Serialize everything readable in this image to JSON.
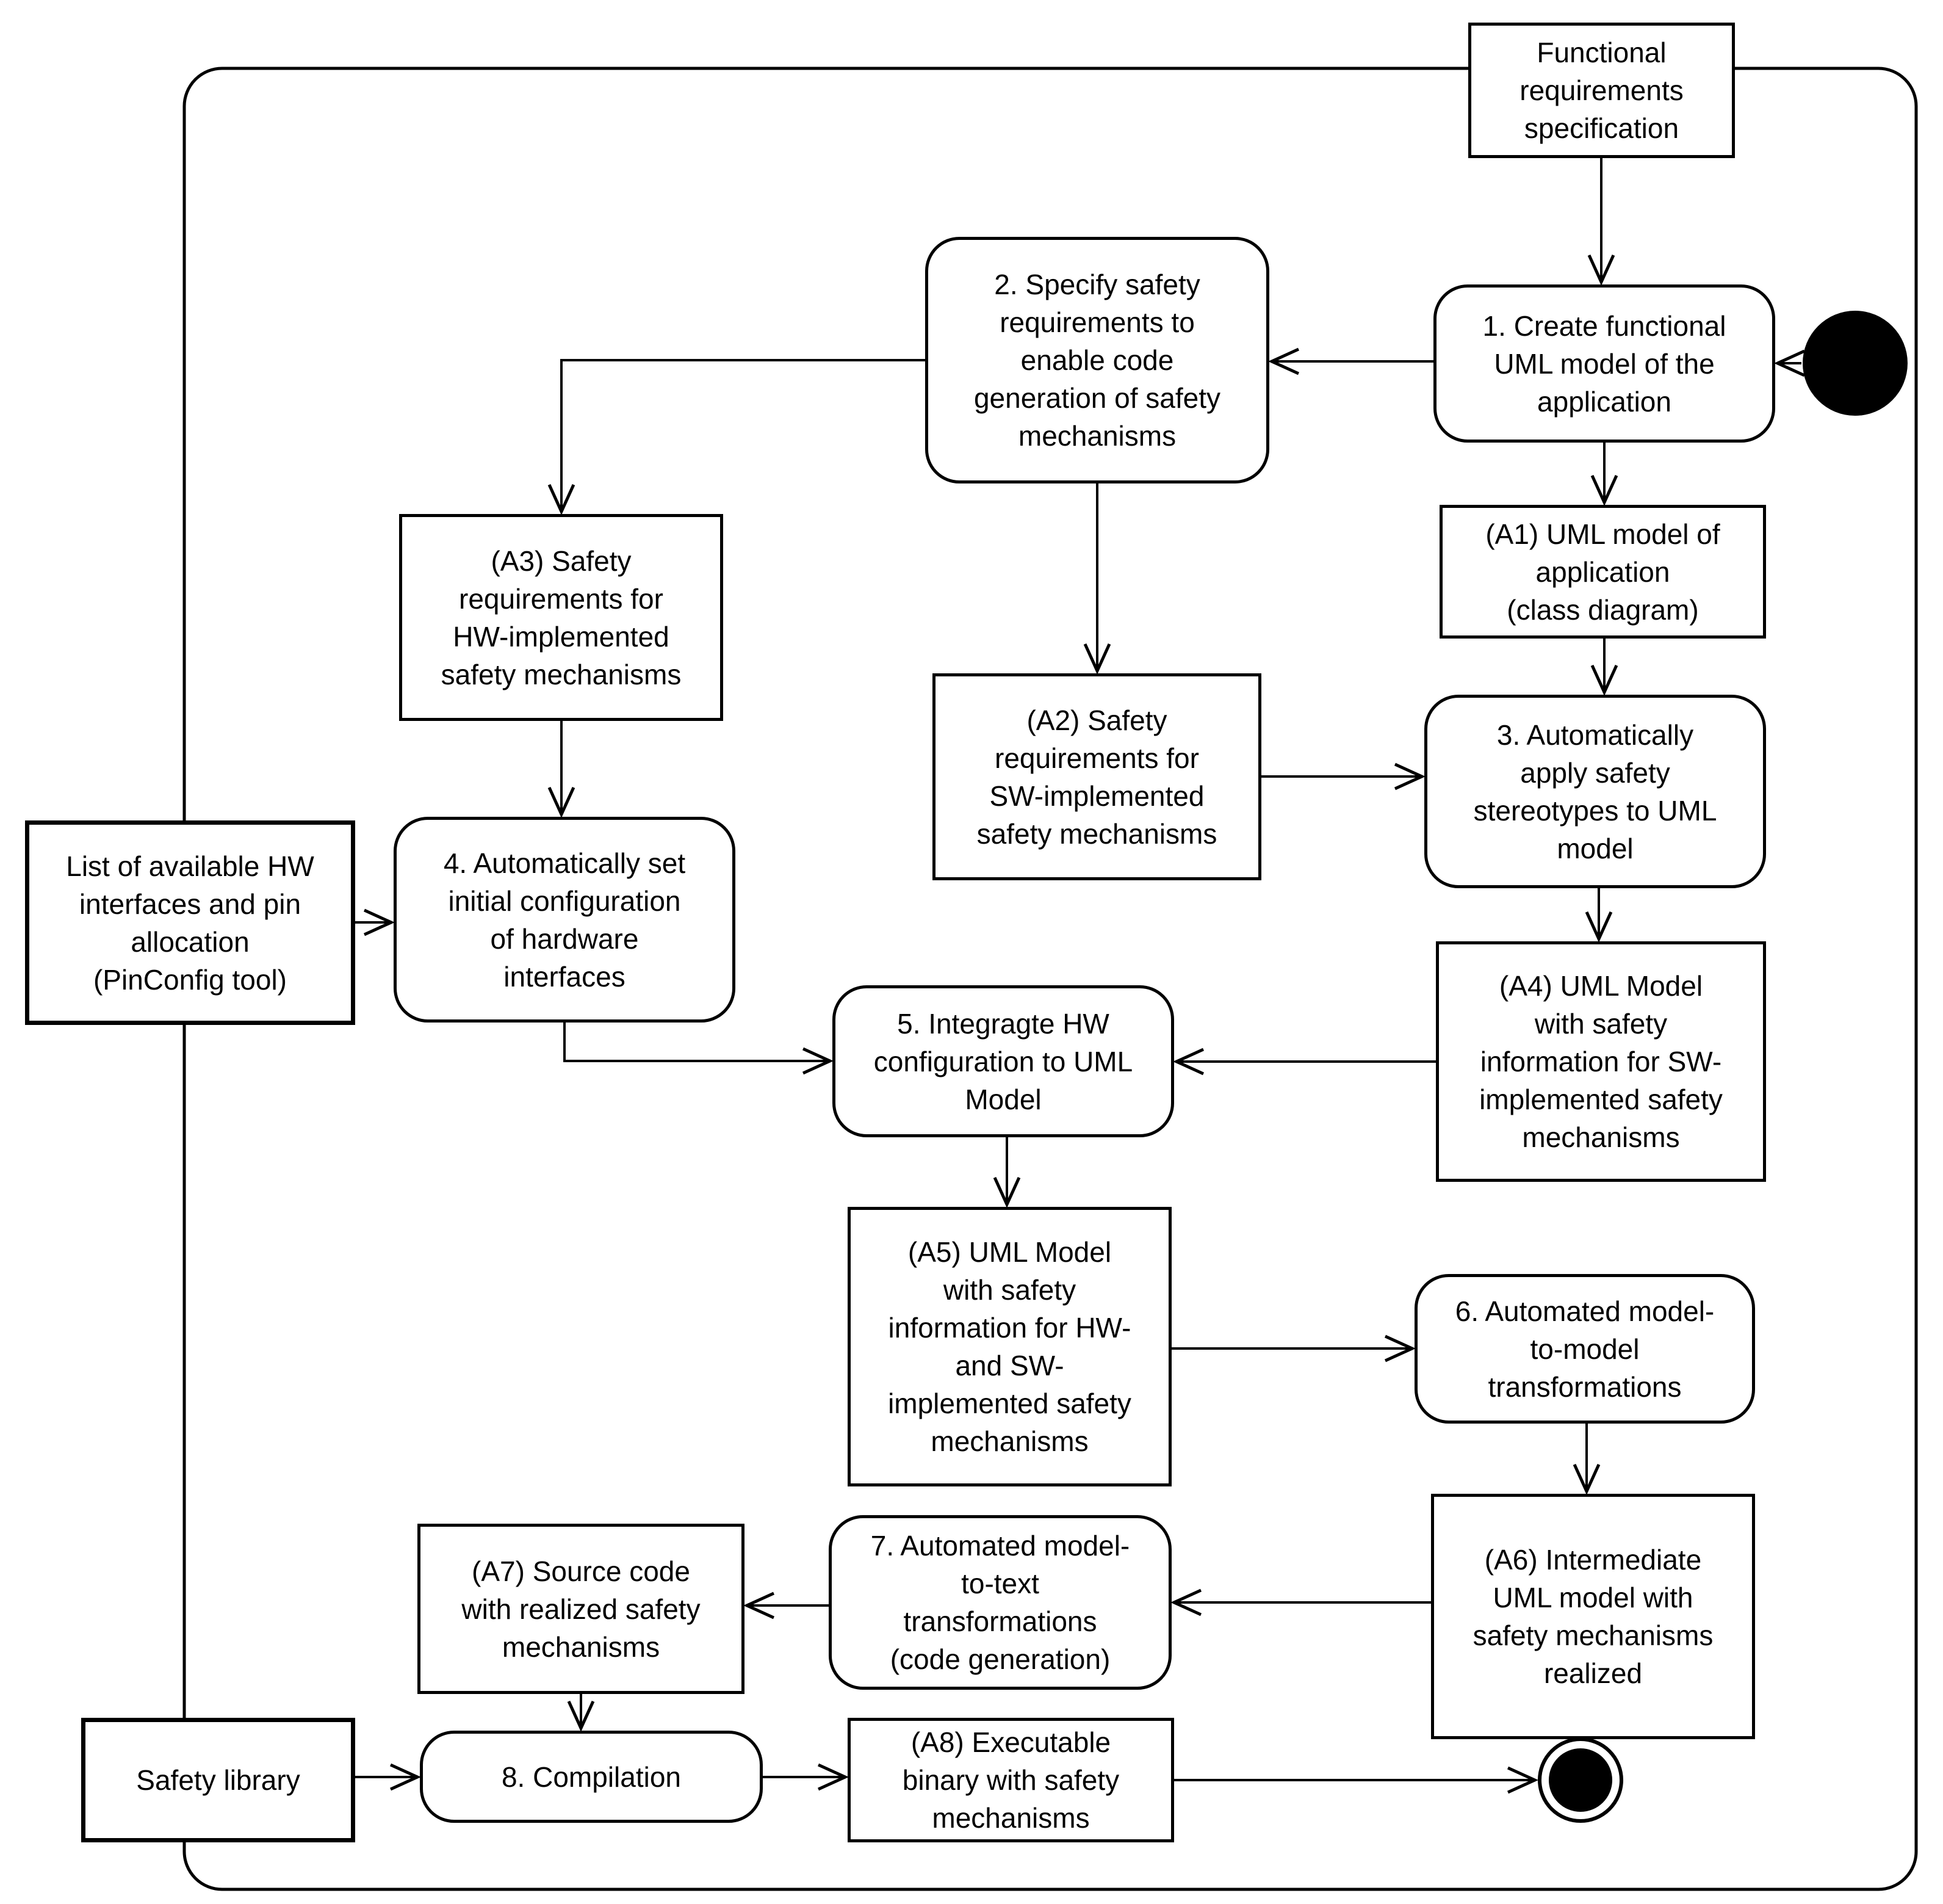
{
  "colors": {
    "stroke": "#000000",
    "background": "#ffffff",
    "node_fill": "#ffffff"
  },
  "nodes": {
    "func_req": {
      "type": "object",
      "label": "Functional\nrequirements\nspecification"
    },
    "step1": {
      "type": "action",
      "label": "1. Create functional\nUML model of the\napplication"
    },
    "step2": {
      "type": "action",
      "label": "2. Specify safety\nrequirements to\nenable code\ngeneration of safety\nmechanisms"
    },
    "a3": {
      "type": "artifact",
      "label": "(A3) Safety\nrequirements for\nHW-implemented\nsafety mechanisms"
    },
    "a1": {
      "type": "artifact",
      "label": "(A1) UML model of\napplication\n(class diagram)"
    },
    "a2": {
      "type": "artifact",
      "label": "(A2) Safety\nrequirements for\nSW-implemented\nsafety mechanisms"
    },
    "step3": {
      "type": "action",
      "label": "3. Automatically\napply safety\nstereotypes to UML\nmodel"
    },
    "hw_list": {
      "type": "object",
      "label": "List of available HW\ninterfaces and pin\nallocation\n(PinConfig tool)"
    },
    "step4": {
      "type": "action",
      "label": "4. Automatically set\ninitial configuration\nof hardware\ninterfaces"
    },
    "step5": {
      "type": "action",
      "label": "5. Integragte HW\nconfiguration to UML\nModel"
    },
    "a4": {
      "type": "artifact",
      "label": "(A4) UML Model\nwith safety\ninformation for SW-\nimplemented safety\nmechanisms"
    },
    "a5": {
      "type": "artifact",
      "label": "(A5) UML Model\nwith safety\ninformation for HW-\nand SW-\nimplemented safety\nmechanisms"
    },
    "step6": {
      "type": "action",
      "label": "6. Automated model-\nto-model\ntransformations"
    },
    "a6": {
      "type": "artifact",
      "label": "(A6) Intermediate\nUML model with\nsafety mechanisms\nrealized"
    },
    "step7": {
      "type": "action",
      "label": "7. Automated model-\nto-text\ntransformations\n(code generation)"
    },
    "a7": {
      "type": "artifact",
      "label": "(A7) Source code\nwith realized safety\nmechanisms"
    },
    "safety_lib": {
      "type": "object",
      "label": "Safety library"
    },
    "step8": {
      "type": "action",
      "label": "8. Compilation"
    },
    "a8": {
      "type": "artifact",
      "label": "(A8) Executable\nbinary with safety\nmechanisms"
    },
    "initial": {
      "type": "initial-node"
    },
    "final": {
      "type": "final-node"
    }
  }
}
